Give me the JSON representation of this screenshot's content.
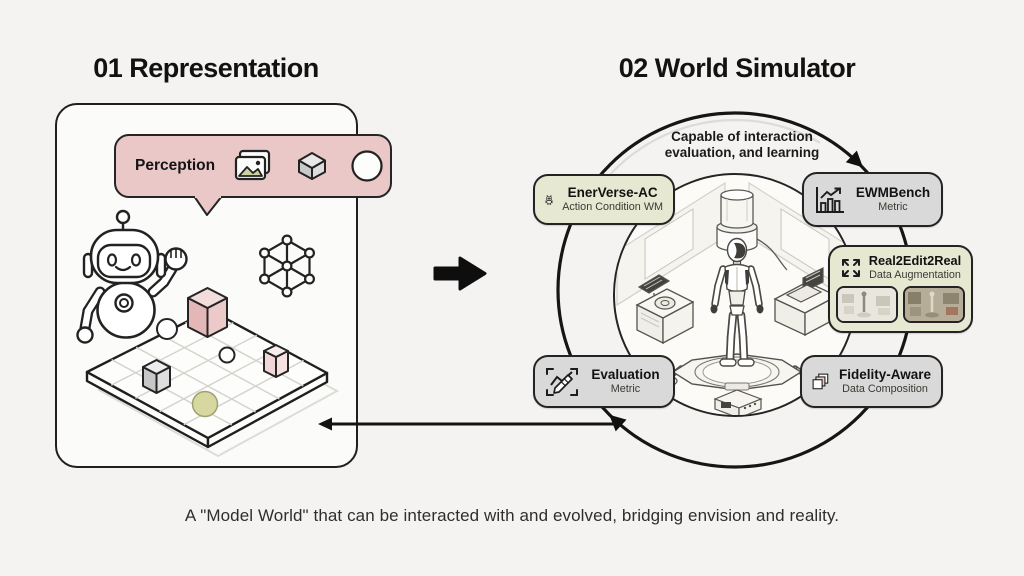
{
  "page": {
    "caption": "A \"Model World\" that can be interacted with and evolved, bridging envision and reality."
  },
  "left_section": {
    "title": "01 Representation",
    "perception": {
      "label": "Perception",
      "icons": [
        "image-gallery-icon",
        "cube-3d-icon",
        "circle-icon"
      ]
    }
  },
  "right_section": {
    "title": "02 World Simulator",
    "arc_label": [
      "Capable of interaction",
      "evaluation, and learning"
    ],
    "badges": {
      "enerverse": {
        "title": "EnerVerse-AC",
        "subtitle": "Action Condition WM",
        "icon": "robot-icon"
      },
      "ewmbench": {
        "title": "EWMBench",
        "subtitle": "Metric",
        "icon": "bar-chart-trend-icon"
      },
      "real2edit": {
        "title": "Real2Edit2Real",
        "subtitle": "Data Augmentation",
        "icon": "expand-arrows-icon"
      },
      "evaluation": {
        "title": "Evaluation",
        "subtitle": "Metric",
        "icon": "chart-pencil-icon"
      },
      "fidelity": {
        "title": "Fidelity-Aware",
        "subtitle": "Data Composition",
        "icon": "stacked-frames-icon"
      }
    }
  },
  "colors": {
    "background": "#f4f3f1",
    "pink_accent": "#eac8c8",
    "olive_accent": "#e7e8d2",
    "gray_badge": "#d9d9d9",
    "ink": "#161616"
  }
}
